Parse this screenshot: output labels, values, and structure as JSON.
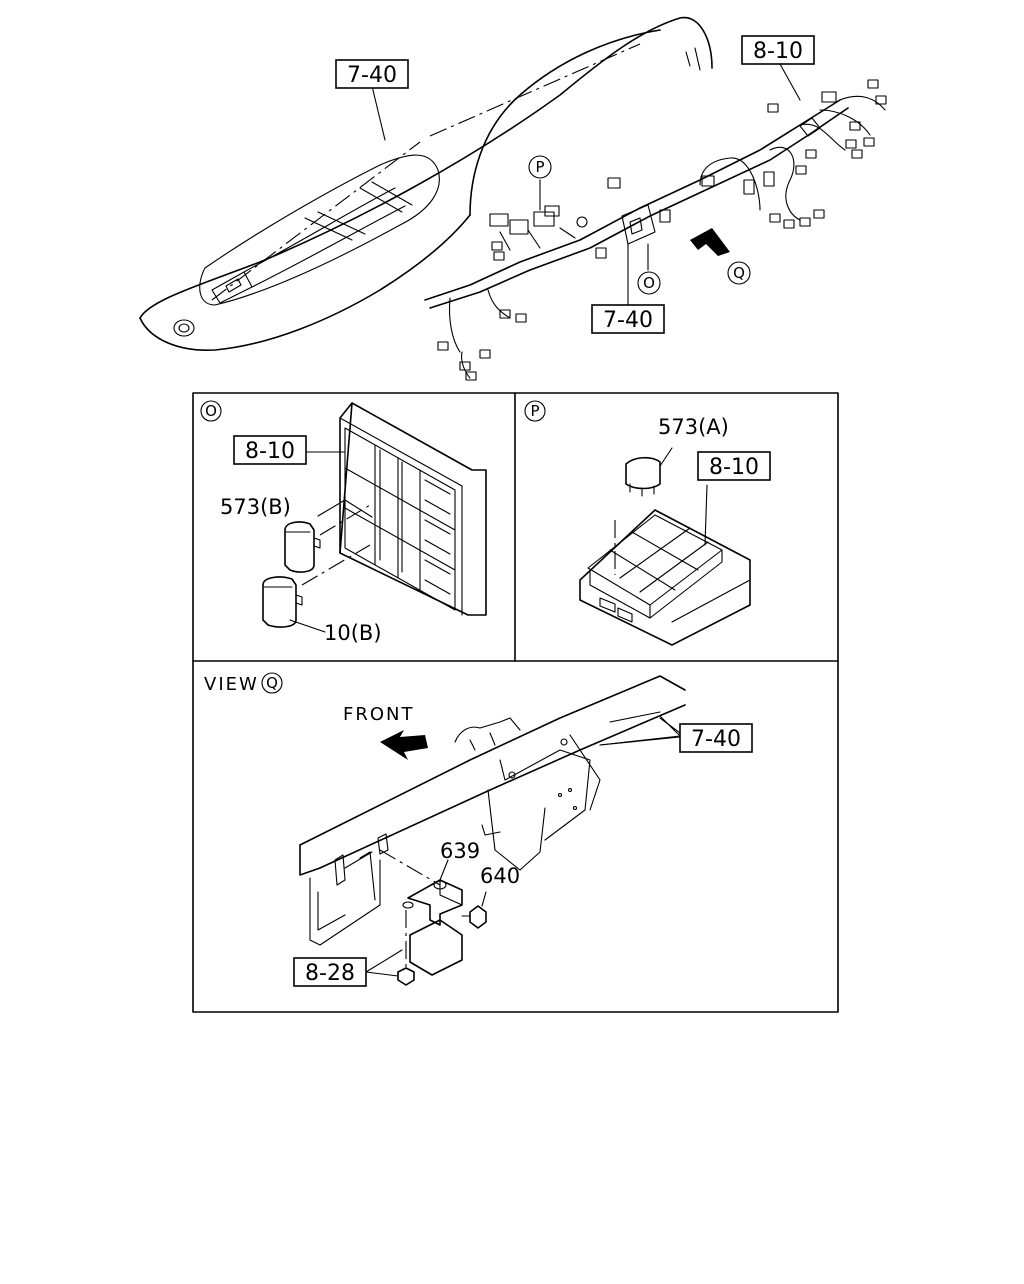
{
  "callouts": {
    "top_left_ref": "7-40",
    "top_right_ref": "8-10",
    "top_center_ref": "7-40",
    "panel_o_ref": "8-10",
    "panel_p_ref": "8-10",
    "view_ref": "7-40",
    "view_bottom_ref": "8-28"
  },
  "markers": {
    "p": "P",
    "o": "O",
    "q": "Q"
  },
  "panels": {
    "o_label": "O",
    "p_label": "P",
    "view_prefix": "VIEW",
    "view_marker": "Q"
  },
  "parts": {
    "relay_b": "573(B)",
    "relay_10b": "10(B)",
    "relay_a": "573(A)",
    "p639": "639",
    "p640": "640"
  },
  "labels": {
    "front": "FRONT"
  }
}
